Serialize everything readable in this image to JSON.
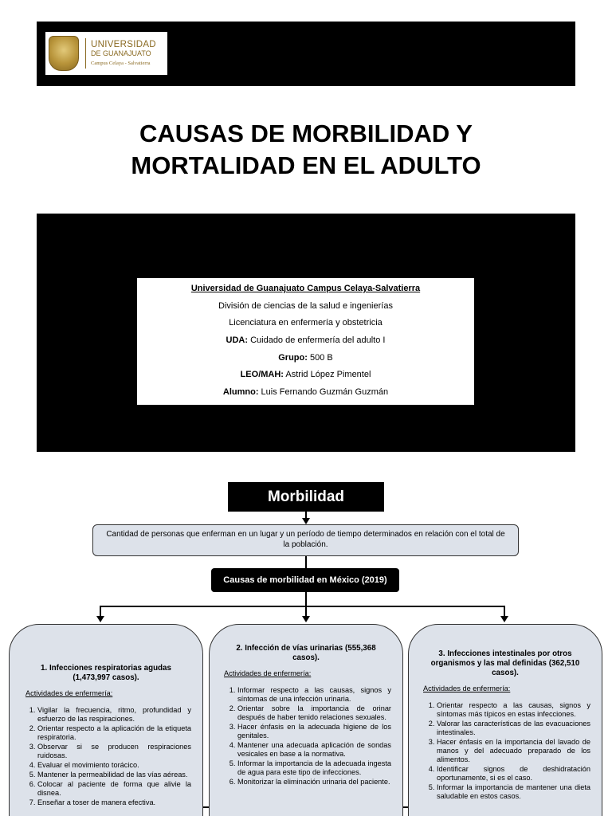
{
  "header": {
    "logo": {
      "name": "UNIVERSIDAD",
      "name2": "DE GUANAJUATO",
      "campus": "Campus Celaya - Salvatierra"
    }
  },
  "title": {
    "line1": "CAUSAS DE MORBILIDAD Y",
    "line2": "MORTALIDAD EN EL ADULTO"
  },
  "info": {
    "university": "Universidad de Guanajuato Campus Celaya-Salvatierra",
    "division": "División de ciencias de la salud e ingenierías",
    "program": "Licenciatura en enfermería y obstetricia",
    "uda_label": "UDA:",
    "uda_value": " Cuidado de enfermería del adulto I",
    "group_label": "Grupo:",
    "group_value": " 500 B",
    "teacher_label": "LEO/MAH:",
    "teacher_value": " Astrid López Pimentel",
    "student_label": "Alumno:",
    "student_value": " Luis Fernando Guzmán Guzmán"
  },
  "diagram": {
    "heading": "Morbilidad",
    "definition": "Cantidad de personas que enferman en un lugar y un período de tiempo determinados en relación con el total de la población.",
    "causes_title": "Causas de morbilidad en México (2019)",
    "cards": [
      {
        "title": "1. Infecciones respiratorias agudas (1,473,997 casos).",
        "subtitle": "Actividades de enfermería:",
        "items": [
          "Vigilar la frecuencia, ritmo, profundidad y esfuerzo de las respiraciones.",
          "Orientar respecto a la aplicación de la etiqueta respiratoria.",
          "Observar si se producen respiraciones ruidosas.",
          "Evaluar el movimiento torácico.",
          "Mantener la permeabilidad de las vías aéreas.",
          "Colocar al paciente de forma que alivie la disnea.",
          "Enseñar a toser de manera efectiva."
        ]
      },
      {
        "title": "2. Infección de vías urinarias (555,368 casos).",
        "subtitle": "Actividades de enfermería:",
        "items": [
          "Informar respecto a las causas, signos y síntomas de una infección urinaria.",
          "Orientar sobre la importancia de orinar después de haber tenido relaciones sexuales.",
          "Hacer énfasis en la adecuada higiene de los genitales.",
          "Mantener una adecuada aplicación de sondas vesicales en base a la normativa.",
          "Informar la importancia de la adecuada ingesta de agua para este tipo de infecciones.",
          "Monitorizar la eliminación urinaria del paciente."
        ]
      },
      {
        "title": "3. Infecciones intestinales por otros organismos y las mal definidas (362,510 casos).",
        "subtitle": "Actividades de enfermería:",
        "items": [
          "Orientar respecto a las causas, signos y síntomas más típicos en estas infecciones.",
          "Valorar las características de las evacuaciones intestinales.",
          "Hacer énfasis en la importancia del lavado de manos y del adecuado preparado de los alimentos.",
          "Identificar signos de deshidratación oportunamente, si es el caso.",
          "Informar la importancia de mantener una dieta saludable en estos casos."
        ]
      }
    ]
  }
}
